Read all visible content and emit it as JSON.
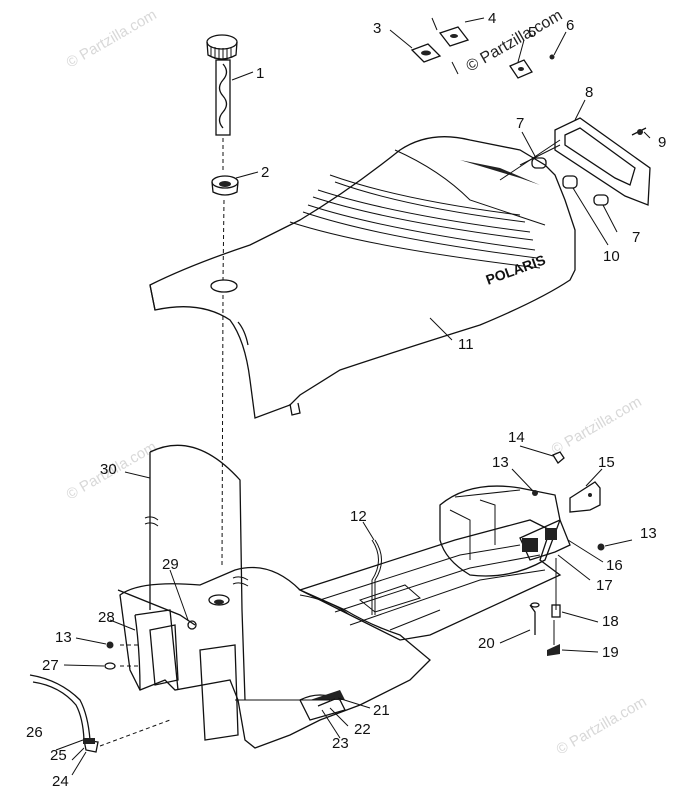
{
  "watermarks": {
    "top_left": "© Partzilla.com",
    "top_right": "© Partzilla.com",
    "mid_right": "© Partzilla.com",
    "mid_left": "© Partzilla.com",
    "bottom_right": "© Partzilla.com"
  },
  "brand_logo": "POLARIS",
  "callouts": [
    "1",
    "2",
    "3",
    "4",
    "5",
    "6",
    "7",
    "8",
    "9",
    "7",
    "10",
    "11",
    "12",
    "13",
    "14",
    "15",
    "13",
    "16",
    "17",
    "18",
    "19",
    "20",
    "21",
    "22",
    "23",
    "24",
    "25",
    "26",
    "27",
    "28",
    "29",
    "30",
    "13"
  ]
}
